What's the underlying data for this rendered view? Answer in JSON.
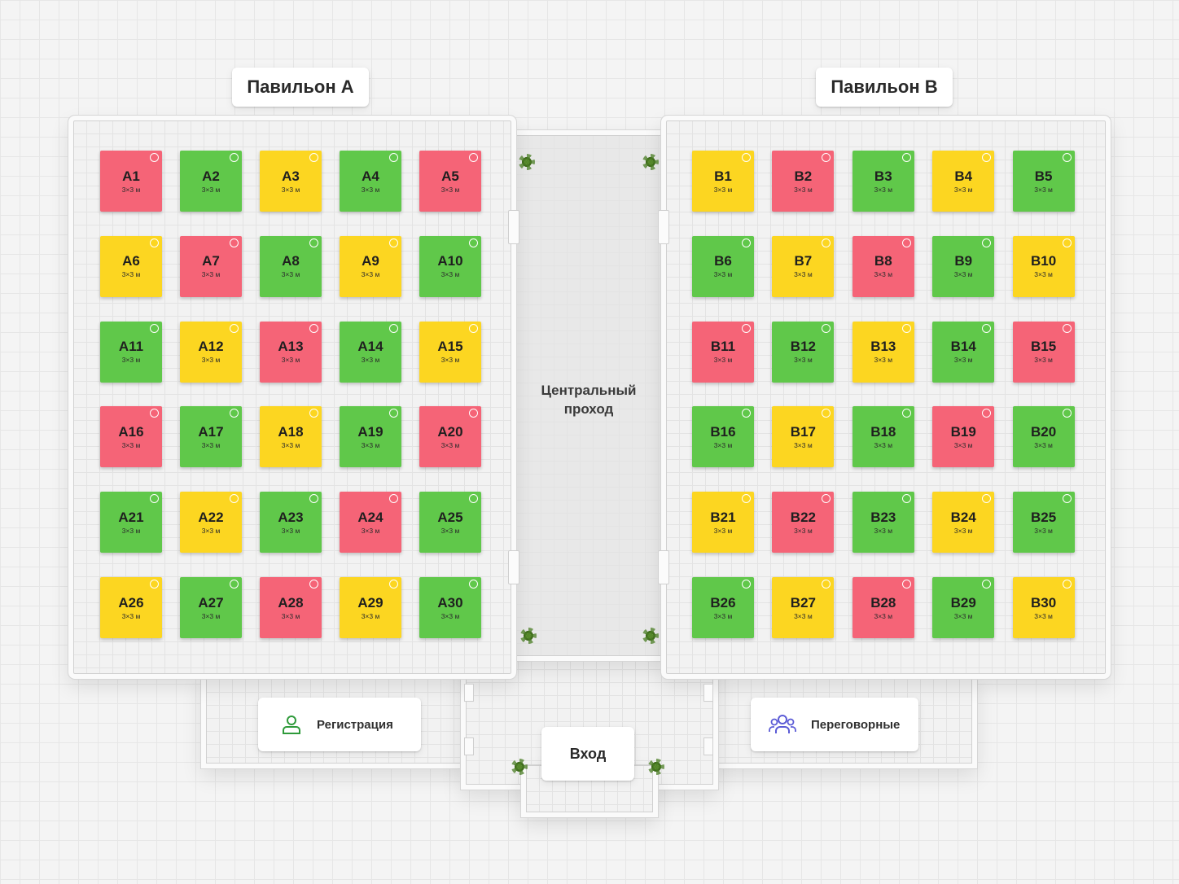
{
  "pavilions": [
    {
      "title": "Павильон А",
      "stands": [
        {
          "id": "A1",
          "size": "3×3 м",
          "status": "red"
        },
        {
          "id": "A2",
          "size": "3×3 м",
          "status": "green"
        },
        {
          "id": "A3",
          "size": "3×3 м",
          "status": "yellow"
        },
        {
          "id": "A4",
          "size": "3×3 м",
          "status": "green"
        },
        {
          "id": "A5",
          "size": "3×3 м",
          "status": "red"
        },
        {
          "id": "A6",
          "size": "3×3 м",
          "status": "yellow"
        },
        {
          "id": "A7",
          "size": "3×3 м",
          "status": "red"
        },
        {
          "id": "A8",
          "size": "3×3 м",
          "status": "green"
        },
        {
          "id": "A9",
          "size": "3×3 м",
          "status": "yellow"
        },
        {
          "id": "A10",
          "size": "3×3 м",
          "status": "green"
        },
        {
          "id": "A11",
          "size": "3×3 м",
          "status": "green"
        },
        {
          "id": "A12",
          "size": "3×3 м",
          "status": "yellow"
        },
        {
          "id": "A13",
          "size": "3×3 м",
          "status": "red"
        },
        {
          "id": "A14",
          "size": "3×3 м",
          "status": "green"
        },
        {
          "id": "A15",
          "size": "3×3 м",
          "status": "yellow"
        },
        {
          "id": "A16",
          "size": "3×3 м",
          "status": "red"
        },
        {
          "id": "A17",
          "size": "3×3 м",
          "status": "green"
        },
        {
          "id": "A18",
          "size": "3×3 м",
          "status": "yellow"
        },
        {
          "id": "A19",
          "size": "3×3 м",
          "status": "green"
        },
        {
          "id": "A20",
          "size": "3×3 м",
          "status": "red"
        },
        {
          "id": "A21",
          "size": "3×3 м",
          "status": "green"
        },
        {
          "id": "A22",
          "size": "3×3 м",
          "status": "yellow"
        },
        {
          "id": "A23",
          "size": "3×3 м",
          "status": "green"
        },
        {
          "id": "A24",
          "size": "3×3 м",
          "status": "red"
        },
        {
          "id": "A25",
          "size": "3×3 м",
          "status": "green"
        },
        {
          "id": "A26",
          "size": "3×3 м",
          "status": "yellow"
        },
        {
          "id": "A27",
          "size": "3×3 м",
          "status": "green"
        },
        {
          "id": "A28",
          "size": "3×3 м",
          "status": "red"
        },
        {
          "id": "A29",
          "size": "3×3 м",
          "status": "yellow"
        },
        {
          "id": "A30",
          "size": "3×3 м",
          "status": "green"
        }
      ]
    },
    {
      "title": "Павильон B",
      "stands": [
        {
          "id": "B1",
          "size": "3×3 м",
          "status": "yellow"
        },
        {
          "id": "B2",
          "size": "3×3 м",
          "status": "red"
        },
        {
          "id": "B3",
          "size": "3×3 м",
          "status": "green"
        },
        {
          "id": "B4",
          "size": "3×3 м",
          "status": "yellow"
        },
        {
          "id": "B5",
          "size": "3×3 м",
          "status": "green"
        },
        {
          "id": "B6",
          "size": "3×3 м",
          "status": "green"
        },
        {
          "id": "B7",
          "size": "3×3 м",
          "status": "yellow"
        },
        {
          "id": "B8",
          "size": "3×3 м",
          "status": "red"
        },
        {
          "id": "B9",
          "size": "3×3 м",
          "status": "green"
        },
        {
          "id": "B10",
          "size": "3×3 м",
          "status": "yellow"
        },
        {
          "id": "B11",
          "size": "3×3 м",
          "status": "red"
        },
        {
          "id": "B12",
          "size": "3×3 м",
          "status": "green"
        },
        {
          "id": "B13",
          "size": "3×3 м",
          "status": "yellow"
        },
        {
          "id": "B14",
          "size": "3×3 м",
          "status": "green"
        },
        {
          "id": "B15",
          "size": "3×3 м",
          "status": "red"
        },
        {
          "id": "B16",
          "size": "3×3 м",
          "status": "green"
        },
        {
          "id": "B17",
          "size": "3×3 м",
          "status": "yellow"
        },
        {
          "id": "B18",
          "size": "3×3 м",
          "status": "green"
        },
        {
          "id": "B19",
          "size": "3×3 м",
          "status": "red"
        },
        {
          "id": "B20",
          "size": "3×3 м",
          "status": "green"
        },
        {
          "id": "B21",
          "size": "3×3 м",
          "status": "yellow"
        },
        {
          "id": "B22",
          "size": "3×3 м",
          "status": "red"
        },
        {
          "id": "B23",
          "size": "3×3 м",
          "status": "green"
        },
        {
          "id": "B24",
          "size": "3×3 м",
          "status": "yellow"
        },
        {
          "id": "B25",
          "size": "3×3 м",
          "status": "green"
        },
        {
          "id": "B26",
          "size": "3×3 м",
          "status": "green"
        },
        {
          "id": "B27",
          "size": "3×3 м",
          "status": "yellow"
        },
        {
          "id": "B28",
          "size": "3×3 м",
          "status": "red"
        },
        {
          "id": "B29",
          "size": "3×3 м",
          "status": "green"
        },
        {
          "id": "B30",
          "size": "3×3 м",
          "status": "yellow"
        }
      ]
    }
  ],
  "corridor": {
    "line1": "Центральный",
    "line2": "проход"
  },
  "entrance": {
    "label": "Вход"
  },
  "registration": {
    "label": "Регистрация",
    "icon": "user-icon"
  },
  "meeting_rooms": {
    "label": "Переговорные",
    "icon": "group-icon"
  },
  "status_colors": {
    "red": "#f56477",
    "green": "#60c84a",
    "yellow": "#fcd621"
  }
}
